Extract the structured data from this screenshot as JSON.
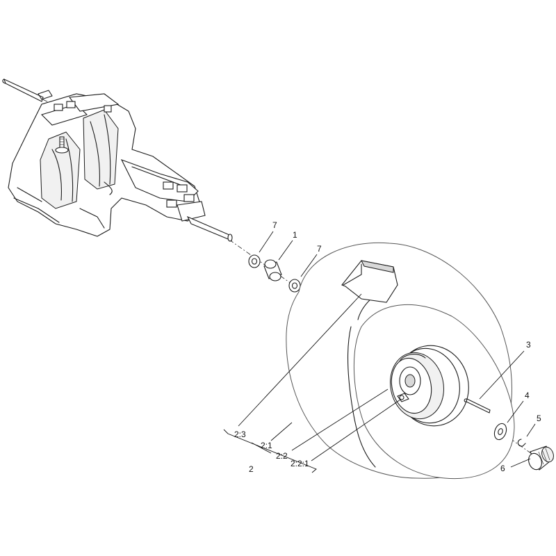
{
  "callouts": {
    "c7a": "7",
    "c1": "1",
    "c7b": "7",
    "c3": "3",
    "c4": "4",
    "c5": "5",
    "c6": "6",
    "c2_3": "2:3",
    "c2_1": "2:1",
    "c2_2": "2:2",
    "c2_2_1": "2:2:1",
    "c2": "2"
  },
  "colors": {
    "line": "#1a1a1a",
    "background": "#ffffff"
  }
}
